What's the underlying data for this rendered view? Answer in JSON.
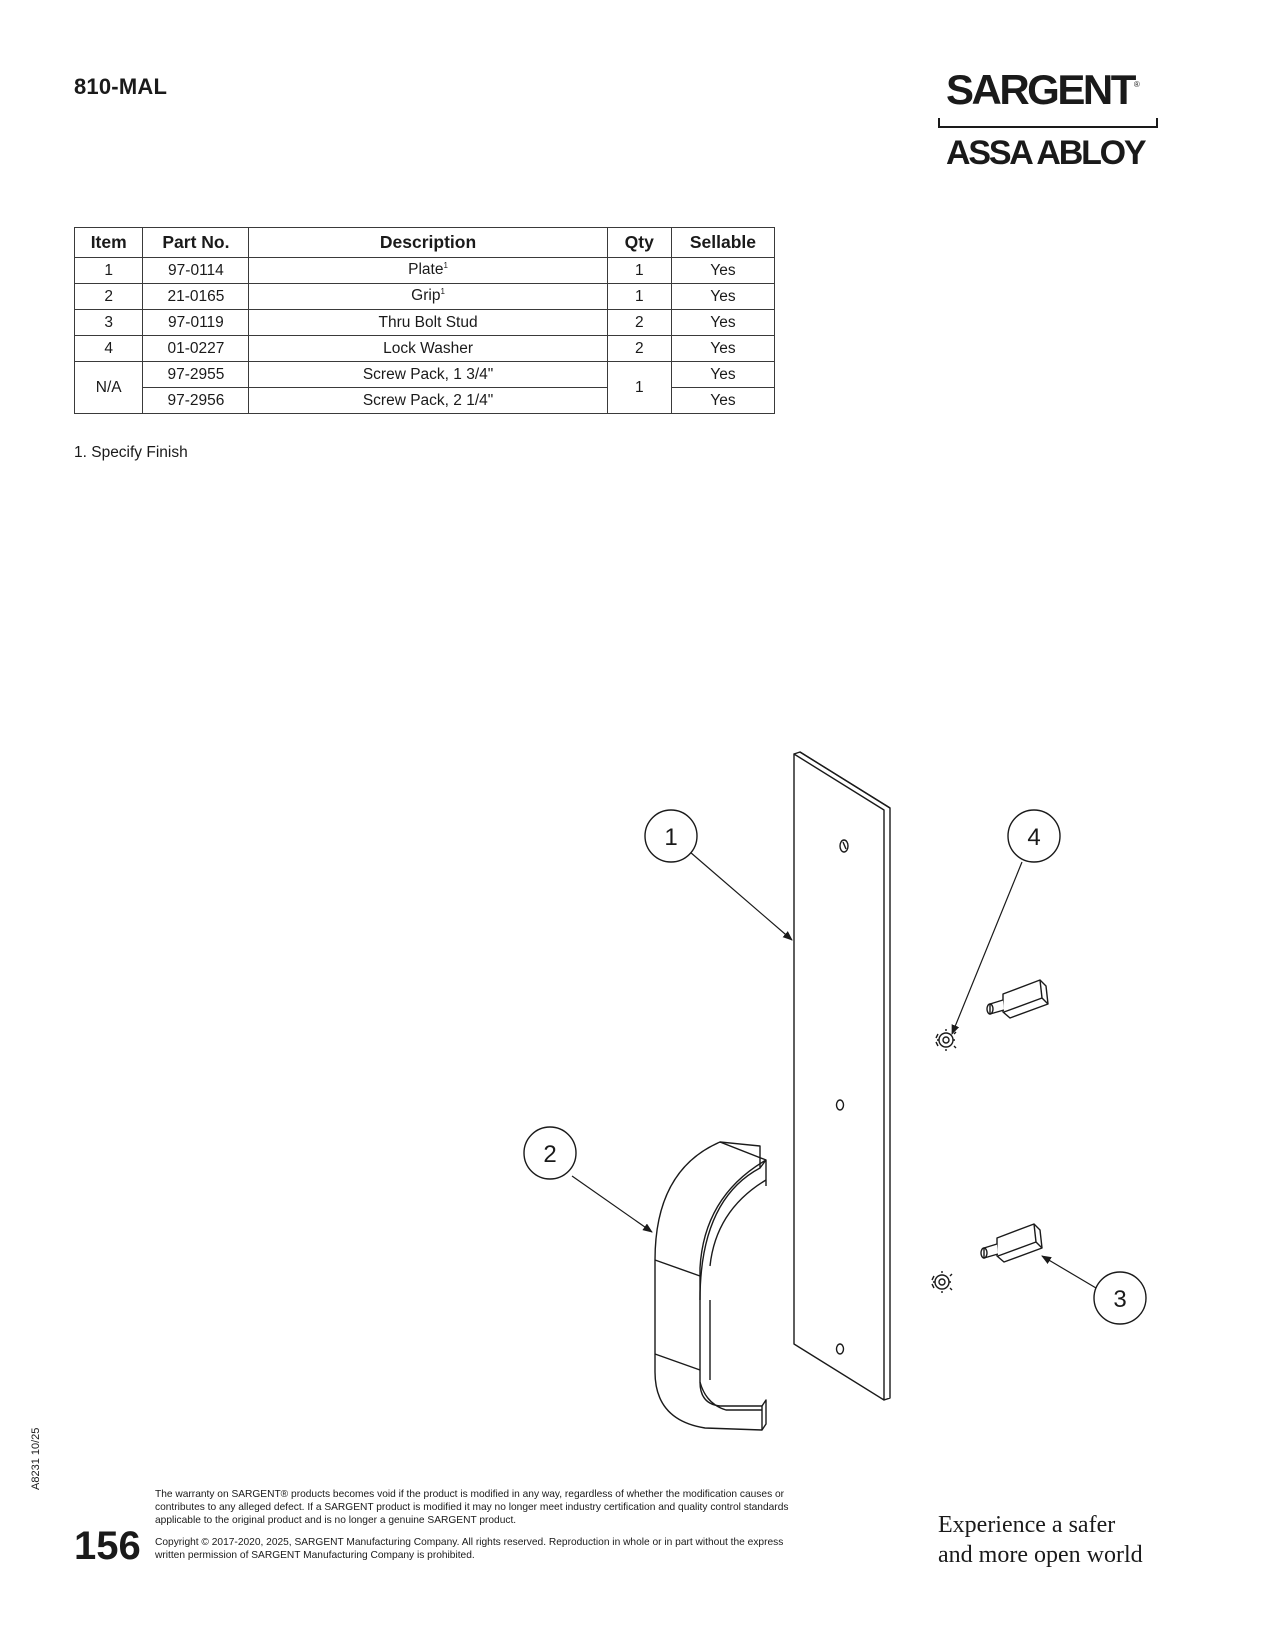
{
  "header": {
    "model": "810-MAL"
  },
  "brand": {
    "name": "SARGENT",
    "registered": "®",
    "parent": "ASSA ABLOY"
  },
  "table": {
    "headers": [
      "Item",
      "Part No.",
      "Description",
      "Qty",
      "Sellable"
    ],
    "rows": [
      {
        "item": "1",
        "part_no": "97-0114",
        "description": "Plate",
        "desc_note": "1",
        "qty": "1",
        "sellable": "Yes"
      },
      {
        "item": "2",
        "part_no": "21-0165",
        "description": "Grip",
        "desc_note": "1",
        "qty": "1",
        "sellable": "Yes"
      },
      {
        "item": "3",
        "part_no": "97-0119",
        "description": "Thru Bolt Stud",
        "desc_note": "",
        "qty": "2",
        "sellable": "Yes"
      },
      {
        "item": "4",
        "part_no": "01-0227",
        "description": "Lock Washer",
        "desc_note": "",
        "qty": "2",
        "sellable": "Yes"
      },
      {
        "item": "N/A",
        "part_no": "97-2955",
        "description": "Screw Pack, 1 3/4\"",
        "desc_note": "",
        "qty": "1",
        "sellable": "Yes"
      },
      {
        "item": "N/A",
        "part_no": "97-2956",
        "description": "Screw Pack, 2 1/4\"",
        "desc_note": "",
        "qty": "1",
        "sellable": "Yes"
      }
    ]
  },
  "footnote": "1. Specify Finish",
  "callouts": [
    "1",
    "2",
    "3",
    "4"
  ],
  "footer": {
    "doc_code": "A8231  10/25",
    "page_number": "156",
    "warranty": "The warranty on SARGENT® products becomes void if the product is modified in any way, regardless of whether the modification causes or contributes to any alleged defect. If a SARGENT product is modified it may no longer meet industry certification and quality control standards applicable to the original product and is no longer a genuine SARGENT product.",
    "copyright": "Copyright © 2017-2020, 2025, SARGENT Manufacturing Company. All rights reserved. Reproduction in whole or in part without the express written permission of SARGENT Manufacturing Company is prohibited.",
    "tagline_line1": "Experience a safer",
    "tagline_line2": "and more open world"
  }
}
